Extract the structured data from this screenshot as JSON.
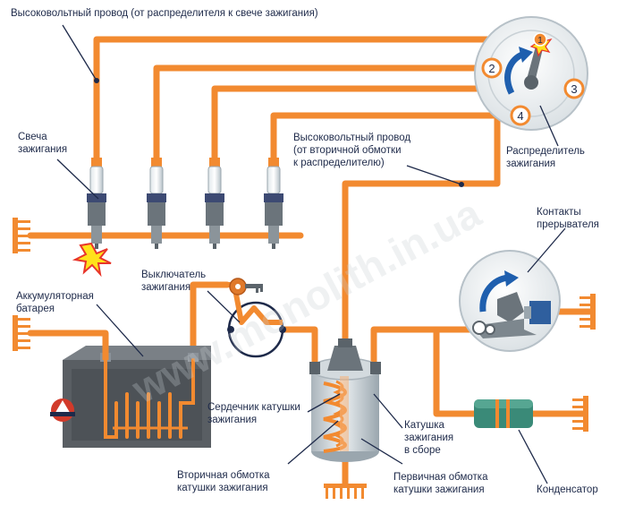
{
  "labels": {
    "hv_wire_top": "Высоковольтный провод (от распределителя к свече зажигания)",
    "spark_plug_1": "Свеча",
    "spark_plug_2": "зажигания",
    "hv_wire_coil_1": "Высоковольтный провод",
    "hv_wire_coil_2": "(от вторичной обмотки",
    "hv_wire_coil_3": "к распределителю)",
    "distributor_1": "Распределитель",
    "distributor_2": "зажигания",
    "breaker_1": "Контакты",
    "breaker_2": "прерывателя",
    "switch_1": "Выключатель",
    "switch_2": "зажигания",
    "battery_1": "Аккумуляторная",
    "battery_2": "батарея",
    "core_1": "Сердечник катушки",
    "core_2": "зажигания",
    "coil_1": "Катушка",
    "coil_2": "зажигания",
    "coil_3": "в сборе",
    "secondary_1": "Вторичная обмотка",
    "secondary_2": "катушки зажигания",
    "primary_1": "Первичная обмотка",
    "primary_2": "катушки зажигания",
    "capacitor": "Конденсатор"
  },
  "distributor_terminals": [
    "1",
    "2",
    "3",
    "4"
  ],
  "watermark": "www.monolith.in.ua",
  "colors": {
    "wire": "#f28a30",
    "wire_dark": "#d9701c",
    "text": "#1e2a4a",
    "steel": "#8fa0ad",
    "battery": "#595e63",
    "capacitor": "#3a8a78",
    "ground": "#f28a30"
  },
  "icons": [
    "spark-icon",
    "key-icon",
    "rotation-arrow-icon",
    "ground-icon"
  ]
}
